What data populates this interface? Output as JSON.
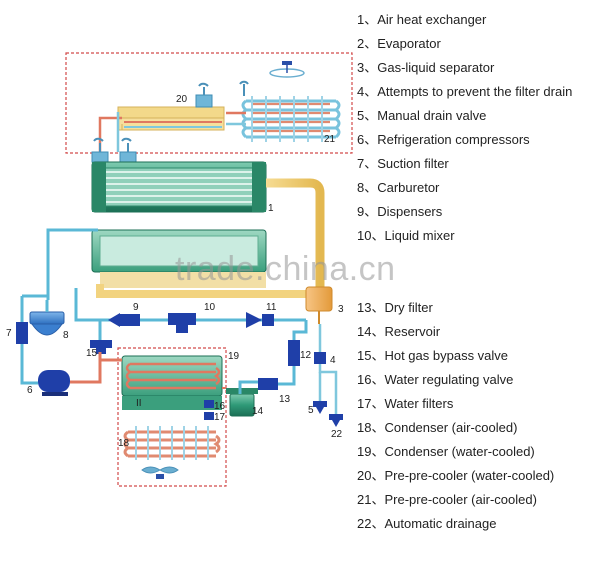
{
  "legend": [
    {
      "num": "1、",
      "label": "Air heat exchanger"
    },
    {
      "num": "2、",
      "label": "Evaporator"
    },
    {
      "num": "3、",
      "label": "Gas-liquid separator"
    },
    {
      "num": "4、",
      "label": "Attempts to prevent the filter drain"
    },
    {
      "num": "5、",
      "label": "Manual drain valve"
    },
    {
      "num": "6、",
      "label": "Refrigeration compressors"
    },
    {
      "num": "7、",
      "label": "Suction filter"
    },
    {
      "num": "8、",
      "label": "Carburetor"
    },
    {
      "num": "9、",
      "label": "Dispensers"
    },
    {
      "num": "10、",
      "label": "Liquid mixer"
    },
    {
      "num": "13、",
      "label": "Dry filter"
    },
    {
      "num": "14、",
      "label": "Reservoir"
    },
    {
      "num": "15、",
      "label": "Hot gas bypass valve"
    },
    {
      "num": "16、",
      "label": "Water regulating valve"
    },
    {
      "num": "17、",
      "label": "Water filters"
    },
    {
      "num": "18、",
      "label": "Condenser (air-cooled)"
    },
    {
      "num": "19、",
      "label": "Condenser (water-cooled)"
    },
    {
      "num": "20、",
      "label": "Pre-pre-cooler (water-cooled)"
    },
    {
      "num": "21、",
      "label": "Pre-pre-cooler (air-cooled)"
    },
    {
      "num": "22、",
      "label": "Automatic drainage"
    }
  ],
  "diagram_labels": {
    "l1": "1",
    "l3": "3",
    "l4": "4",
    "l5": "5",
    "l6": "6",
    "l7": "7",
    "l8": "8",
    "l9": "9",
    "l10": "10",
    "l11": "11",
    "l12": "12",
    "l13": "13",
    "l14": "14",
    "l15": "15",
    "l16": "16",
    "l17": "17",
    "l18": "18",
    "l19": "19",
    "l20": "20",
    "l21": "21",
    "l22": "22",
    "lII": "II"
  },
  "watermark": "trade.china.cn",
  "colors": {
    "pipe_blue": "#5ab8d6",
    "pipe_red": "#e07860",
    "pipe_yellow": "#f1d07a",
    "unit_green": "#2f9a78",
    "component_navy": "#1f3fa8",
    "frame_red": "#d24a4a"
  }
}
